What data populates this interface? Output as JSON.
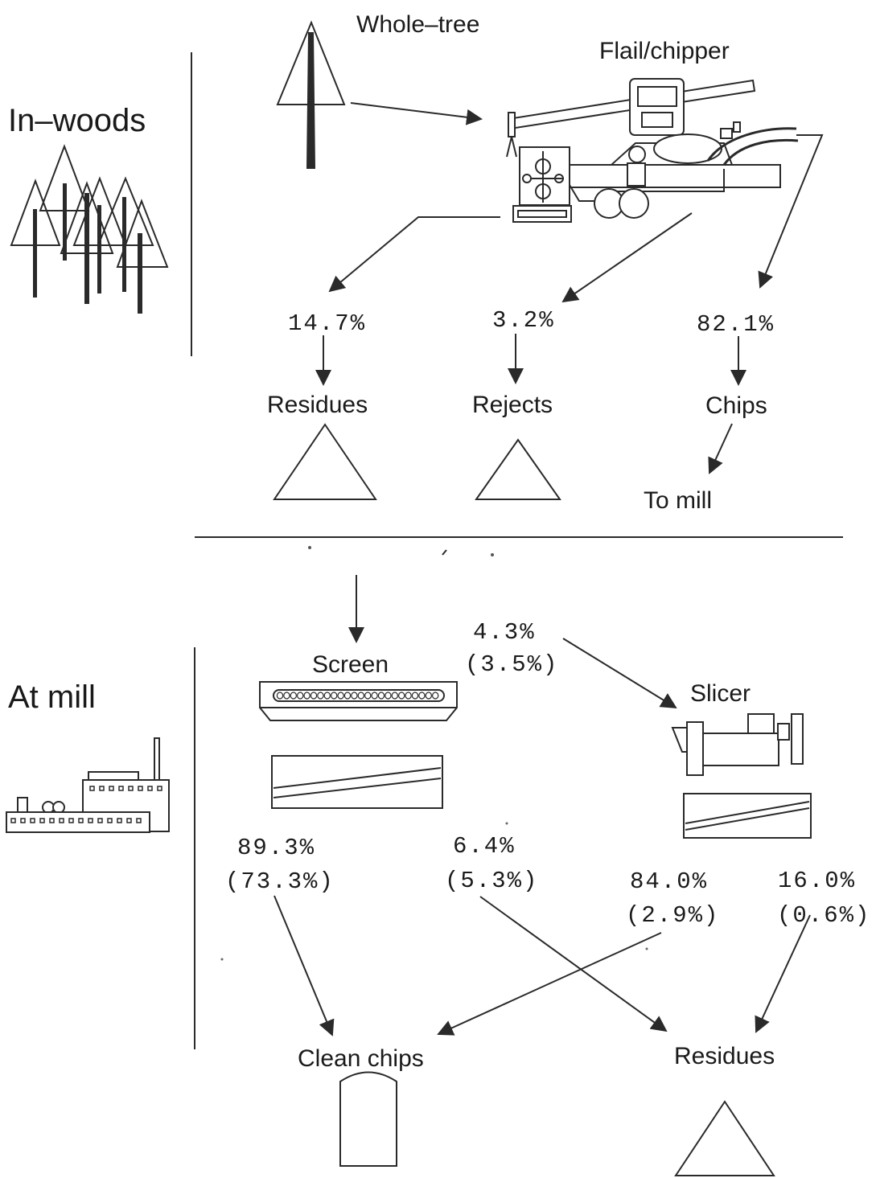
{
  "sections": {
    "in_woods": "In–woods",
    "at_mill": "At mill"
  },
  "in_woods": {
    "source_label": "Whole–tree",
    "machine_label": "Flail/chipper",
    "outputs": [
      {
        "pct": "14.7%",
        "label": "Residues"
      },
      {
        "pct": "3.2%",
        "label": "Rejects"
      },
      {
        "pct": "82.1%",
        "label": "Chips"
      }
    ],
    "destination": "To mill"
  },
  "at_mill": {
    "screen_label": "Screen",
    "slicer_label": "Slicer",
    "screen_to_slicer": {
      "pct": "4.3%",
      "pct_total": "(3.5%)"
    },
    "screen_to_clean": {
      "pct": "89.3%",
      "pct_total": "(73.3%)"
    },
    "screen_to_residues": {
      "pct": "6.4%",
      "pct_total": "(5.3%)"
    },
    "slicer_to_clean": {
      "pct": "84.0%",
      "pct_total": "(2.9%)"
    },
    "slicer_to_residues": {
      "pct": "16.0%",
      "pct_total": "(0.6%)"
    },
    "clean_chips_label": "Clean chips",
    "residues_label": "Residues"
  }
}
